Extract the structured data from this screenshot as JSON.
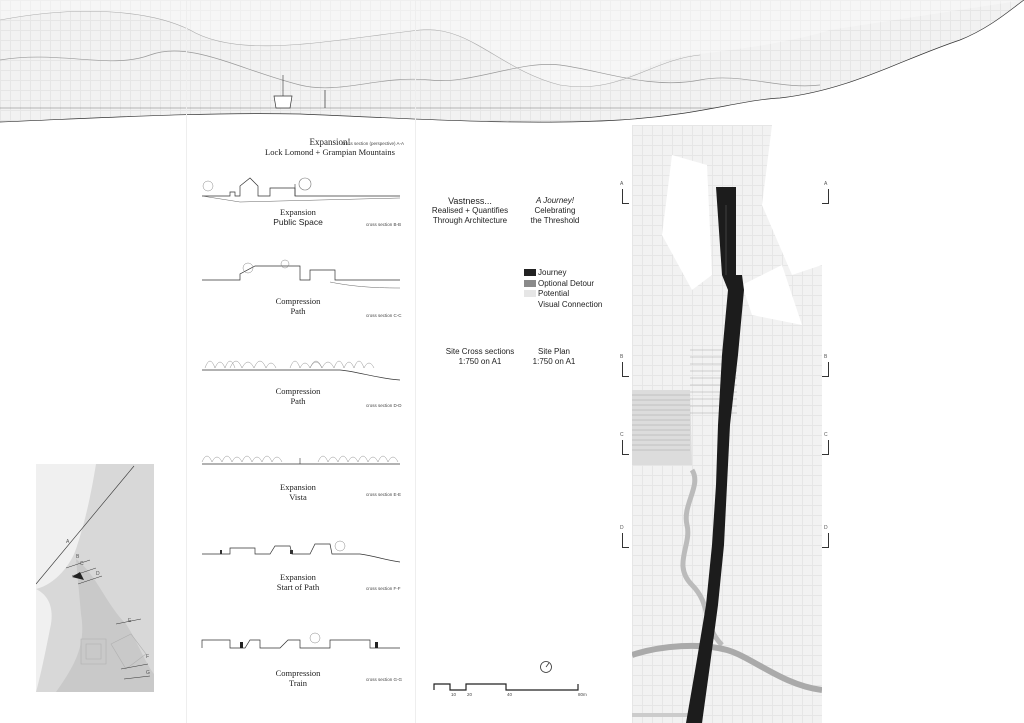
{
  "header": {
    "title": "Expansion!",
    "subtitle": "Lock Lomond + Grampian Mountains",
    "section_label": "cross section (perspective) A-A"
  },
  "sections": [
    {
      "line1": "Expansion",
      "line2": "Public Space",
      "label": "cross section B-B"
    },
    {
      "line1": "Compression",
      "line2": "Path",
      "label": "cross section C-C"
    },
    {
      "line1": "Compression",
      "line2": "Path",
      "label": "cross section D-D"
    },
    {
      "line1": "Expansion",
      "line2": "Vista",
      "label": "cross section E-E"
    },
    {
      "line1": "Expansion",
      "line2": "Start of Path",
      "label": "cross section F-F"
    },
    {
      "line1": "Compression",
      "line2": "Train",
      "label": "cross section G-G"
    }
  ],
  "concept": {
    "left_heading": "Vastness...",
    "left_text": [
      "Realised + Quantifies",
      "Through Architecture"
    ],
    "right_heading": "A Journey!",
    "right_text": [
      "Celebrating",
      "the Threshold"
    ]
  },
  "legend": {
    "items": [
      {
        "label": "Journey",
        "color": "#222222"
      },
      {
        "label": "Optional Detour",
        "color": "#8a8a8a"
      },
      {
        "label": "Potential",
        "color": "#e6e6e6"
      },
      {
        "label": "Visual Connection",
        "color": ""
      }
    ]
  },
  "scales": {
    "sections_title": "Site Cross sections",
    "sections_scale": "1:750 on A1",
    "plan_title": "Site Plan",
    "plan_scale": "1:750 on A1"
  },
  "scale_bar": {
    "ticks": [
      "10",
      "20",
      "40",
      "80m"
    ]
  },
  "plan_markers": [
    "A",
    "B",
    "C",
    "D"
  ],
  "locator_markers": [
    "A",
    "B",
    "C",
    "D",
    "E",
    "F",
    "G"
  ]
}
